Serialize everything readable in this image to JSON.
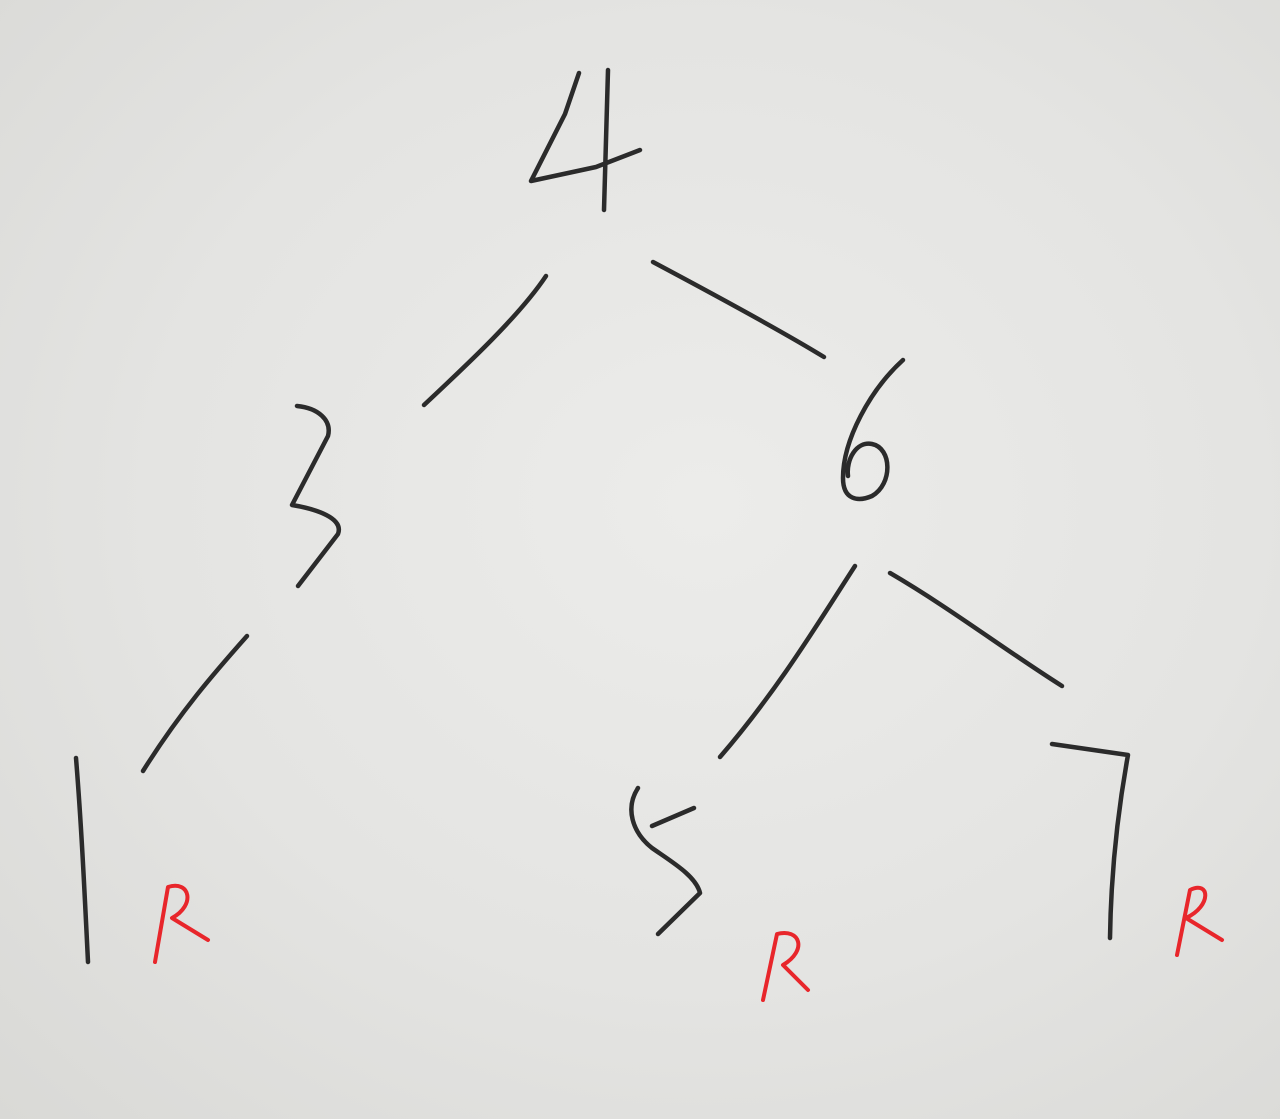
{
  "tree": {
    "root": "4",
    "nodes": [
      {
        "id": "n4",
        "value": "4",
        "color": "black"
      },
      {
        "id": "n3",
        "value": "3",
        "color": "black"
      },
      {
        "id": "n6",
        "value": "6",
        "color": "black"
      },
      {
        "id": "n1",
        "value": "1",
        "color": "red",
        "mark": "R"
      },
      {
        "id": "n5",
        "value": "5",
        "color": "red",
        "mark": "R"
      },
      {
        "id": "n7",
        "value": "7",
        "color": "red",
        "mark": "R"
      }
    ],
    "edges": [
      {
        "from": "4",
        "to": "3"
      },
      {
        "from": "4",
        "to": "6"
      },
      {
        "from": "3",
        "to": "1"
      },
      {
        "from": "6",
        "to": "5"
      },
      {
        "from": "6",
        "to": "7"
      }
    ]
  },
  "colors": {
    "pencil": "#2b2b2b",
    "red_mark": "#e8262b",
    "paper": "#e6e6e4"
  }
}
